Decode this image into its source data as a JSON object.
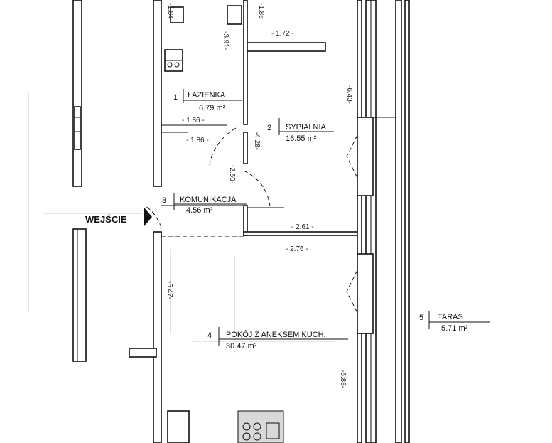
{
  "entrance": {
    "label": "WEJŚCIE"
  },
  "rooms": [
    {
      "number": "1",
      "name": "ŁAZIENKA",
      "area": "6.79 m²"
    },
    {
      "number": "2",
      "name": "SYPIALNIA",
      "area": "16.55 m²"
    },
    {
      "number": "3",
      "name": "KOMUNIKACJA",
      "area": "4.56 m²"
    },
    {
      "number": "4",
      "name": "POKÓJ Z ANEKSEM KUCH.",
      "area": "30.47 m²"
    },
    {
      "number": "5",
      "name": "TARAS",
      "area": "5.71 m²"
    }
  ],
  "dimensions": {
    "d_184": "-1.84-",
    "d_186_top": "-1.86",
    "d_391": "-3.91-",
    "d_172": "- 1.72 -",
    "d_643": "-6.43-",
    "d_186a": "- 1.86 -",
    "d_186b": "- 1.86 -",
    "d_428": "-4.28-",
    "d_250": "-2.50-",
    "d_261": "- 2.61 -",
    "d_276": "- 2.76 -",
    "d_547": "-5.47-",
    "d_688": "-6.88-"
  }
}
